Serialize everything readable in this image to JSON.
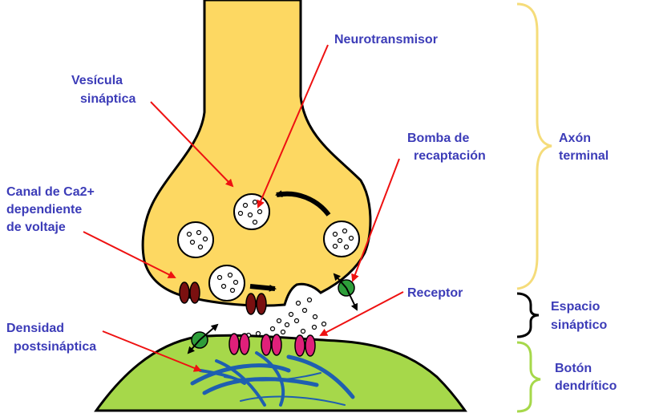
{
  "labels": {
    "neurotransmitter": "Neurotransmisor",
    "vesicle_line1": "Vesícula",
    "vesicle_line2": "sináptica",
    "reuptake_line1": "Bomba de",
    "reuptake_line2": "recaptación",
    "calcium_line1": "Canal de Ca2+",
    "calcium_line2": "dependiente",
    "calcium_line3": "de voltaje",
    "receptor": "Receptor",
    "density_line1": "Densidad",
    "density_line2": "postsináptica",
    "axon_line1": "Axón",
    "axon_line2": "terminal",
    "cleft_line1": "Espacio",
    "cleft_line2": "sináptico",
    "dendrite_line1": "Botón",
    "dendrite_line2": "dendrítico"
  },
  "colors": {
    "axon_fill": "#fdd862",
    "dendrite_fill": "#a6d84a",
    "label_text": "#3c3cb8",
    "pointer_arrow": "#ee1111",
    "axon_brace": "#f5dc7a",
    "cleft_brace": "#000000",
    "dendrite_brace": "#a6d84a",
    "calcium_channel": "#7a1010",
    "receptor": "#e0207a",
    "reuptake_pump": "#2e9e3a",
    "cytoskeleton": "#1f5fb0"
  }
}
